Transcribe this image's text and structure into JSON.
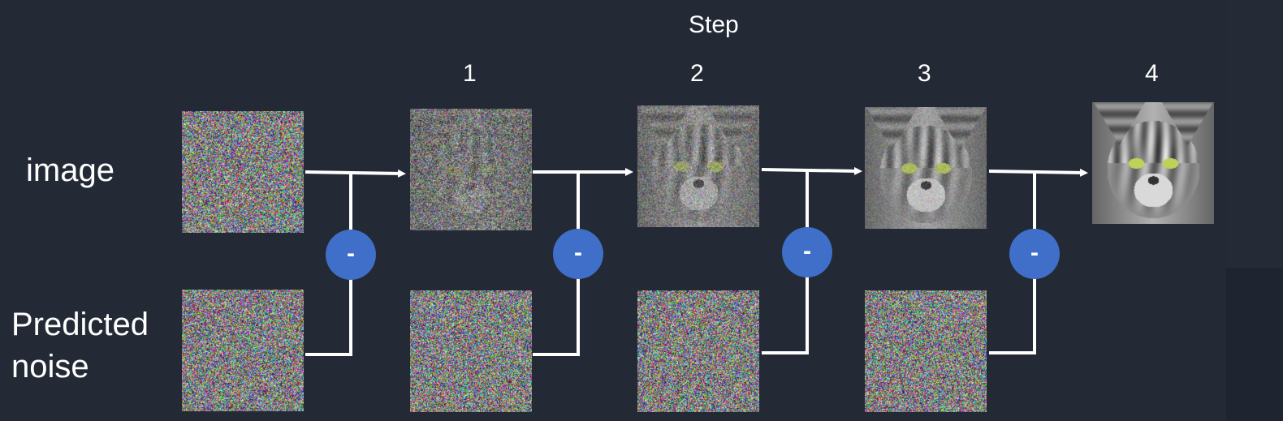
{
  "title": "Step",
  "row_labels": {
    "image": "image",
    "noise": "Predicted\nnoise"
  },
  "step_numbers": [
    "1",
    "2",
    "3",
    "4"
  ],
  "operator_symbol": "-",
  "colors": {
    "background": "#232a36",
    "arrow": "#ffffff",
    "operator_fill": "#3f6fc8",
    "text": "#ffffff"
  },
  "image_tiles": [
    {
      "name": "image-step-0",
      "noise_level": 1.0
    },
    {
      "name": "image-step-1",
      "noise_level": 0.8
    },
    {
      "name": "image-step-2",
      "noise_level": 0.5
    },
    {
      "name": "image-step-3",
      "noise_level": 0.25
    },
    {
      "name": "image-step-4",
      "noise_level": 0.0
    }
  ],
  "noise_tiles": [
    {
      "name": "noise-step-1"
    },
    {
      "name": "noise-step-2"
    },
    {
      "name": "noise-step-3"
    },
    {
      "name": "noise-step-4"
    }
  ]
}
